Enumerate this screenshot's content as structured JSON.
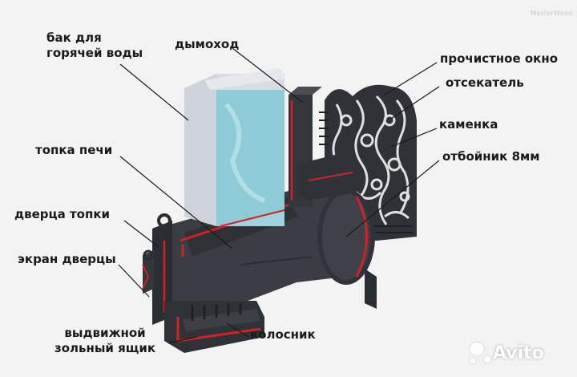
{
  "brand": "MasterWood",
  "watermark": "Avito",
  "labels": {
    "bak": "бак для\nгорячей воды",
    "dymohod": "дымоход",
    "prochistnoe": "прочистное окно",
    "otsekatel": "отсекатель",
    "kamenka": "каменка",
    "otboinik": "отбойник 8мм",
    "topka": "топка печи",
    "dverca": "дверца топки",
    "ekran": "экран дверцы",
    "yashchik": "выдвижной\nзольный ящик",
    "kolosnik": "колосник"
  },
  "colors": {
    "background": "#f3f3f3",
    "stove_body": "#3a3e44",
    "stove_dark": "#2a2d31",
    "weld_red": "#d0202a",
    "tank_glass": "#9fd4df",
    "tank_frame": "#d9dde2",
    "leader": "#1a1a1a"
  }
}
